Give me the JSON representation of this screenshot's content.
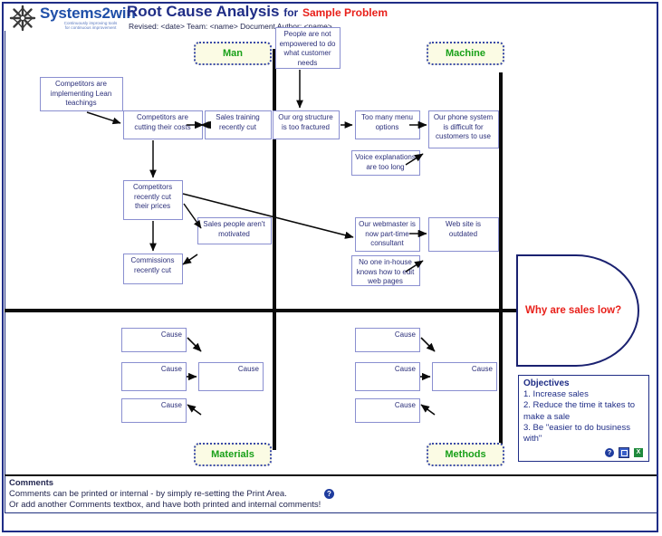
{
  "header": {
    "logo_name": "Systems2win",
    "logo_tagline_line1": "Continuously improving tools",
    "logo_tagline_line2": "for continuous improvement",
    "title": "Root Cause Analysis",
    "title_connector": "for",
    "title_subject": "Sample Problem",
    "revised_line": "Revised: <date>  Team: <name>  Document Author: <name>",
    "logo_icon": "starburst-icon"
  },
  "categories": [
    {
      "label": "Man",
      "position": "top-left"
    },
    {
      "label": "Machine",
      "position": "top-right"
    },
    {
      "label": "Materials",
      "position": "bottom-left"
    },
    {
      "label": "Methods",
      "position": "bottom-right"
    }
  ],
  "causes": {
    "upper_left": [
      "Competitors are implementing Lean teachings",
      "Competitors are cutting their costs",
      "Sales training recently cut",
      "Competitors recently cut their prices",
      "Sales people aren't motivated",
      "Commissions recently cut"
    ],
    "man": [
      "People are not empowered to do what customer needs",
      "Our org structure is too fractured"
    ],
    "machine": [
      "Too many menu options",
      "Voice explanations are too long",
      "Our phone system is difficult for customers to use",
      "Our webmaster is now part-time consultant",
      "No one in-house knows how to edit web pages",
      "Web site is outdated"
    ],
    "placeholder_label": "Cause"
  },
  "effect": {
    "label": "Why are sales low?"
  },
  "objectives": {
    "title": "Objectives",
    "items": [
      "1.  Increase sales",
      "2. Reduce the time it takes to make a sale",
      "3. Be \"easier to do business with\""
    ],
    "icons": [
      "help-icon",
      "link-icon",
      "excel-icon"
    ]
  },
  "comments": {
    "title": "Comments",
    "line1": "Comments can be printed or internal - by simply re-setting the Print Area.",
    "line2": "Or add another Comments textbox, and have both printed and internal comments!",
    "help_icon": "help-icon"
  },
  "colors": {
    "title_blue": "#1f2d86",
    "accent_red": "#e8201a",
    "category_green": "#19a019",
    "category_fill": "#fbfbe4",
    "box_border": "#8a8fd0",
    "spine_black": "#0a0a0a"
  }
}
